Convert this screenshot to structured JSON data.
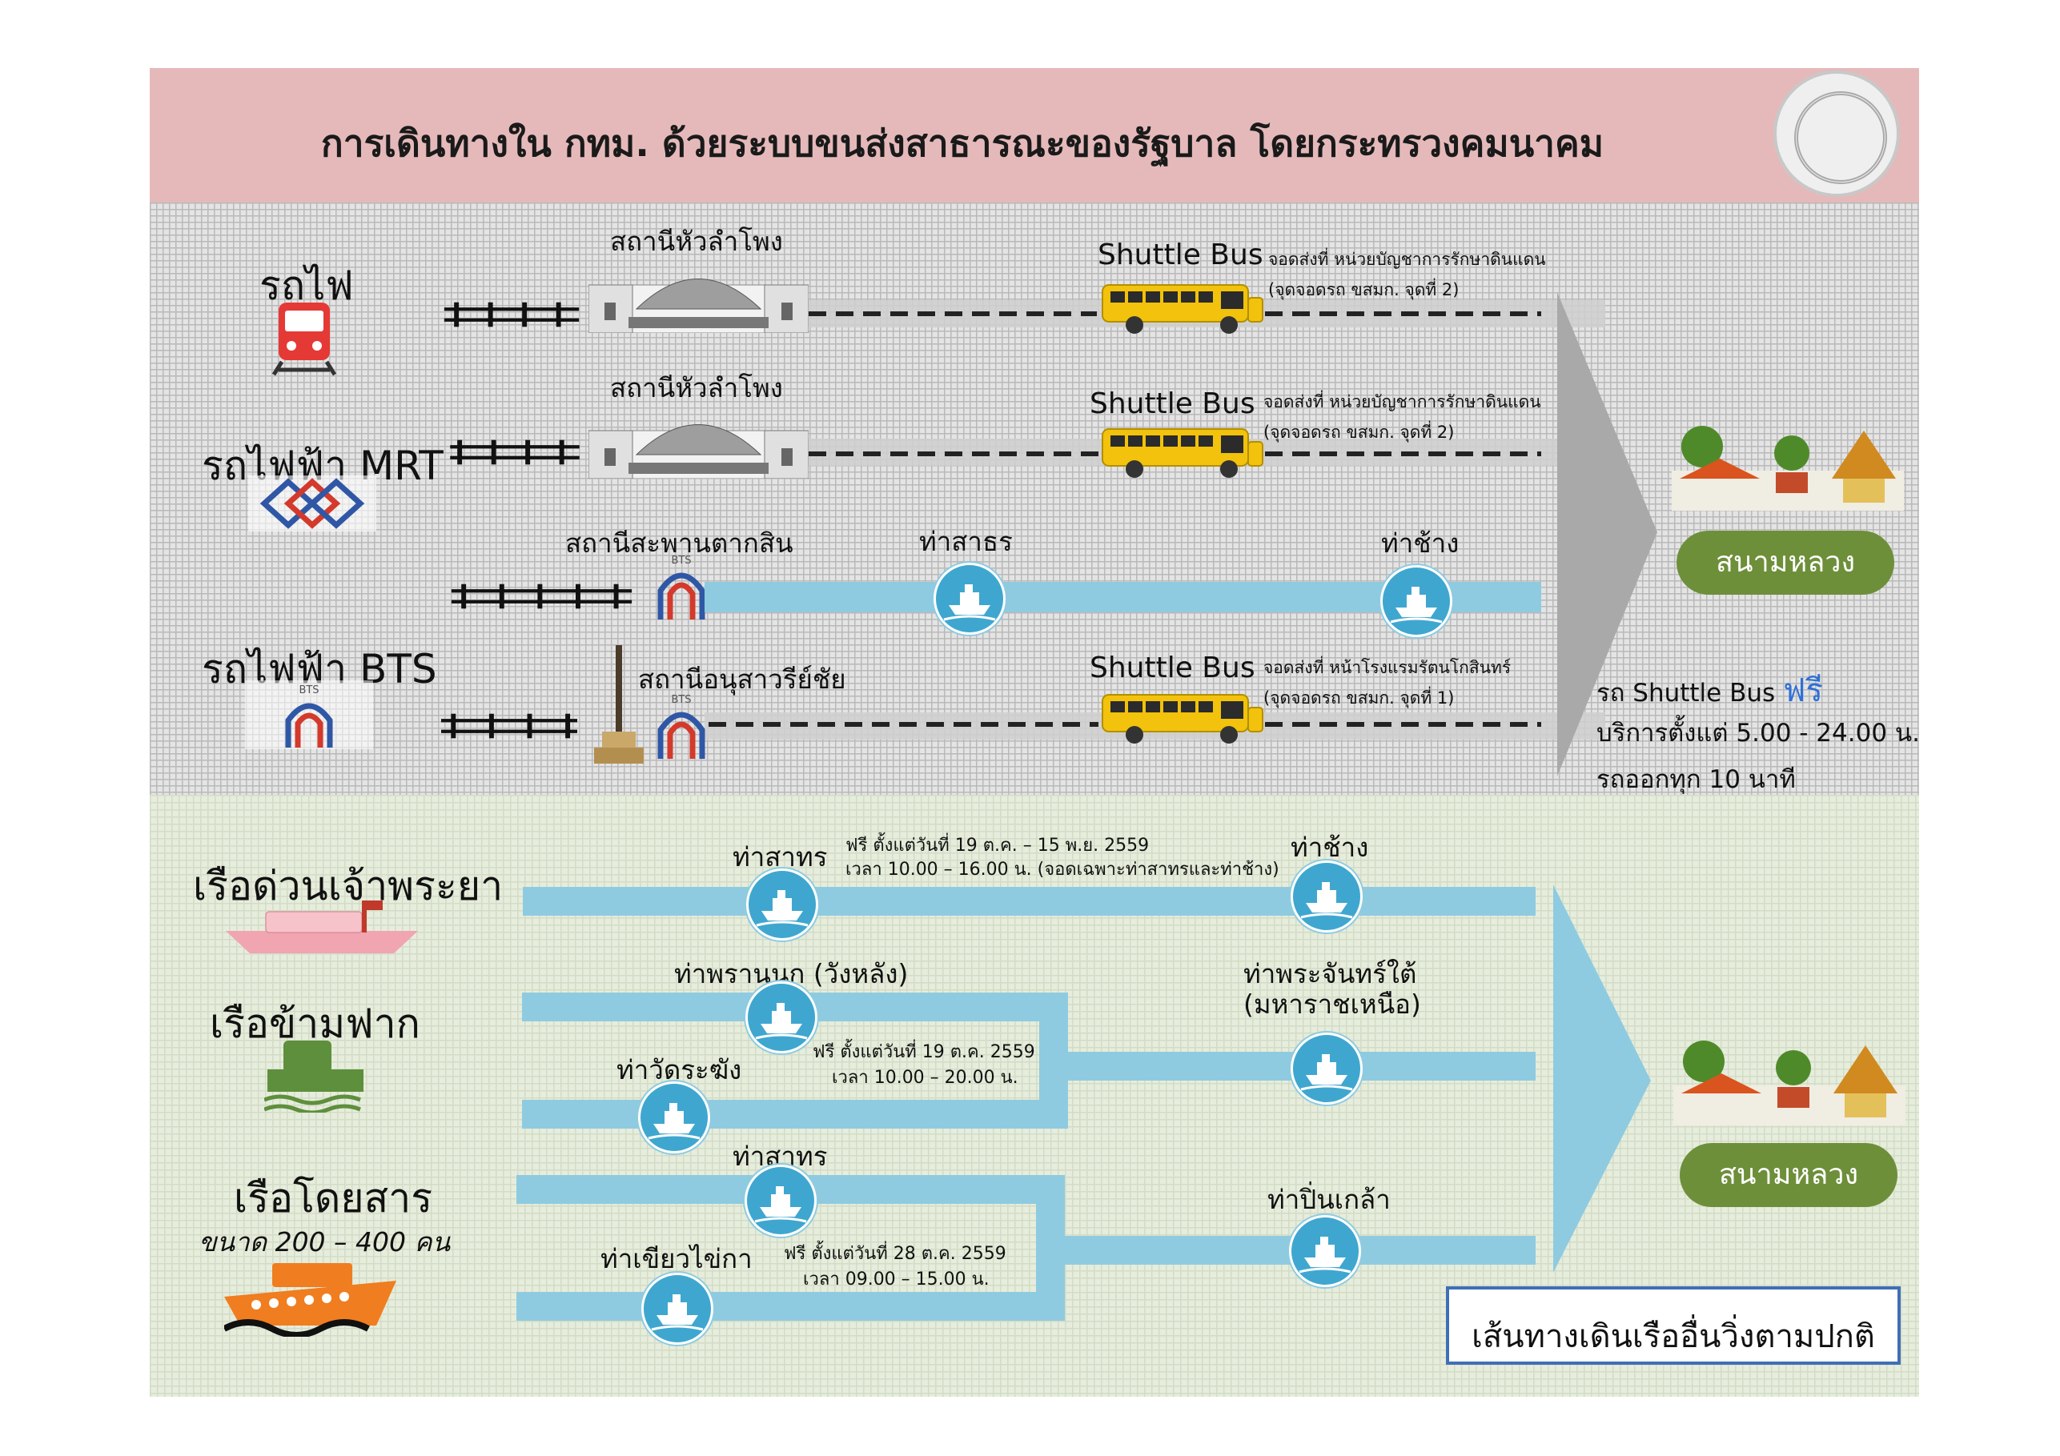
{
  "header": {
    "title": "การเดินทางใน กทม. ด้วยระบบขนส่งสาธารณะของรัฐบาล โดยกระทรวงคมนาคม"
  },
  "rail": {
    "train": {
      "label": "รถไฟ",
      "station": "สถานีหัวลำโพง",
      "bus_label": "Shuttle Bus",
      "dropoff": "จอดส่งที่ หน่วยบัญชาการรักษาดินแดน",
      "dropoff_note": "(จุดจอดรถ ขสมก. จุดที่ 2)"
    },
    "mrt": {
      "label": "รถไฟฟ้า MRT",
      "station": "สถานีหัวลำโพง",
      "bus_label": "Shuttle Bus",
      "dropoff": "จอดส่งที่ หน่วยบัญชาการรักษาดินแดน",
      "dropoff_note": "(จุดจอดรถ ขสมก. จุดที่ 2)"
    },
    "bts_river": {
      "station": "สถานีสะพานตากสิน",
      "pier_1": "ท่าสาธร",
      "pier_2": "ท่าช้าง"
    },
    "bts": {
      "label": "รถไฟฟ้า BTS",
      "station": "สถานีอนุสาวรีย์ชัย",
      "bus_label": "Shuttle Bus",
      "dropoff": "จอดส่งที่ หน้าโรงแรมรัตนโกสินทร์",
      "dropoff_note": "(จุดจอดรถ ขสมก. จุดที่ 1)"
    },
    "bts_logo_text": "BTS",
    "destination": "สนามหลวง",
    "shuttle_info": {
      "line1": "รถ Shuttle Bus",
      "free": "ฟรี",
      "line2": "บริการตั้งแต่ 5.00 - 24.00 น.",
      "line3": "รถออกทุก 10 นาที"
    }
  },
  "boats": {
    "express": {
      "label": "เรือด่วนเจ้าพระยา",
      "pier_1": "ท่าสาทร",
      "pier_2": "ท่าช้าง",
      "note_1": "ฟรี ตั้งแต่วันที่ 19 ต.ค. – 15 พ.ย. 2559",
      "note_2": "เวลา 10.00 – 16.00 น. (จอดเฉพาะท่าสาทรและท่าช้าง)"
    },
    "ferry": {
      "label": "เรือข้ามฟาก",
      "pier_1": "ท่าพรานนก (วังหลัง)",
      "pier_2": "ท่าวัดระฆัง",
      "pier_3": "ท่าพระจันทร์ใต้",
      "pier_3b": "(มหาราชเหนือ)",
      "note_1": "ฟรี ตั้งแต่วันที่ 19 ต.ค. 2559",
      "note_2": "เวลา 10.00 – 20.00 น."
    },
    "passenger": {
      "label": "เรือโดยสาร",
      "size": "ขนาด 200 – 400 คน",
      "pier_1": "ท่าสาทร",
      "pier_2": "ท่าเขียวไข่กา",
      "pier_3": "ท่าปิ่นเกล้า",
      "note_1": "ฟรี ตั้งแต่วันที่ 28 ต.ค. 2559",
      "note_2": "เวลา 09.00 – 15.00 น."
    },
    "destination": "สนามหลวง",
    "other_routes": "เส้นทางเดินเรืออื่นวิ่งตามปกติ"
  },
  "colors": {
    "header_bg": "#e5b9ba",
    "water": "#8fcbe0",
    "destination_btn": "#6e8f3a",
    "arrow_grey": "#a9a9a9",
    "arrow_blue": "#8fcbe0",
    "free_text": "#2f6fd6",
    "bus_yellow": "#f2c20c"
  },
  "icons": [
    "train-icon",
    "mrt-logo-icon",
    "bts-logo-icon",
    "station-building-icon",
    "bus-icon",
    "pier-boat-icon",
    "temple-icon",
    "monument-icon",
    "express-boat-icon",
    "ferry-boat-icon",
    "passenger-boat-icon",
    "seal-icon"
  ]
}
